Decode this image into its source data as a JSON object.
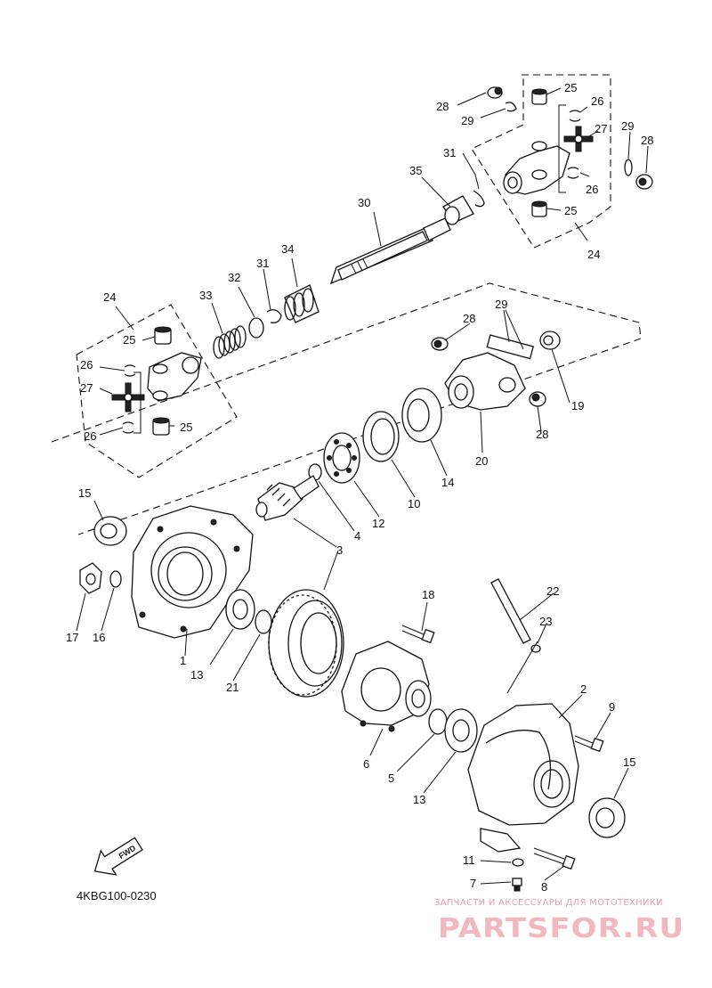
{
  "diagram": {
    "code": "4KBG100-0230",
    "fwd_label": "FWD",
    "labels": {
      "l1": "1",
      "l2": "2",
      "l3": "3",
      "l4": "4",
      "l5": "5",
      "l6": "6",
      "l7": "7",
      "l8": "8",
      "l9": "9",
      "l10": "10",
      "l11": "11",
      "l12": "12",
      "l13a": "13",
      "l13b": "13",
      "l14": "14",
      "l15a": "15",
      "l15b": "15",
      "l16": "16",
      "l17": "17",
      "l18": "18",
      "l19": "19",
      "l20": "20",
      "l21": "21",
      "l22": "22",
      "l23": "23",
      "l24a": "24",
      "l24b": "24",
      "l25a": "25",
      "l25b": "25",
      "l25c": "25",
      "l25d": "25",
      "l26a": "26",
      "l26b": "26",
      "l26c": "26",
      "l26d": "26",
      "l27a": "27",
      "l27b": "27",
      "l28a": "28",
      "l28b": "28",
      "l28c": "28",
      "l28d": "28",
      "l29a": "29",
      "l29b": "29",
      "l29c": "29",
      "l30": "30",
      "l31a": "31",
      "l31b": "31",
      "l32": "32",
      "l33": "33",
      "l34": "34",
      "l35": "35"
    }
  },
  "watermark": {
    "subtitle": "ЗАПЧАСТИ И АКСЕССУАРЫ ДЛЯ МОТОТЕХНИКИ",
    "brand": "PARTSFOR.RU"
  }
}
